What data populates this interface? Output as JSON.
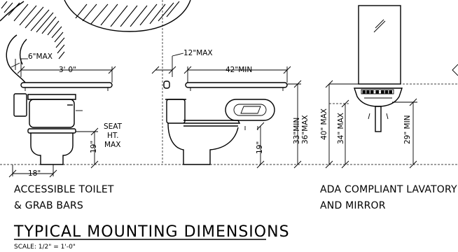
{
  "dimensions": {
    "grab_bar_offset": "6\"MAX",
    "grab_bar_length": "3'-0\"",
    "toilet_clearance": "18\"",
    "seat_height_line1": "SEAT",
    "seat_height_line2": "HT.",
    "seat_height_line3": "MAX",
    "seat_height_value": "19\"",
    "side_bar_offset": "12\"MAX",
    "side_bar_length": "42\"MIN",
    "side_seat_height": "19\"",
    "paper_height_min": "33\"MIN",
    "paper_height_max": "36\"MAX",
    "lav_rim_height": "40\" MAX",
    "lav_knee_height": "34\" MAX",
    "mirror_height": "29\" MIN"
  },
  "captions": {
    "toilet_line1": "ACCESSIBLE TOILET",
    "toilet_line2": "& GRAB BARS",
    "lav_line1": "ADA COMPLIANT LAVATORY",
    "lav_line2": "AND MIRROR"
  },
  "title": "TYPICAL MOUNTING DIMENSIONS",
  "scale": "SCALE: 1/2\" = 1'-0\""
}
